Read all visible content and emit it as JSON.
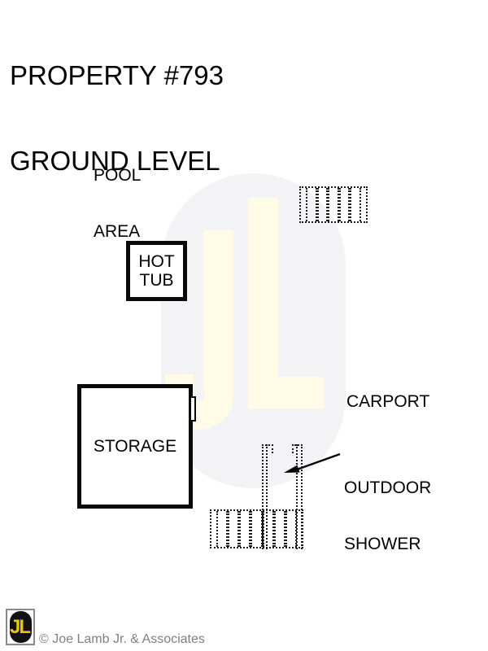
{
  "title": {
    "line1": "PROPERTY #793",
    "line2": "GROUND LEVEL"
  },
  "areas": {
    "pool_line1": "POOL",
    "pool_line2": "AREA",
    "hot_tub_line1": "HOT",
    "hot_tub_line2": "TUB",
    "storage": "STORAGE",
    "carport": "CARPORT",
    "outdoor_shower_line1": "OUTDOOR",
    "outdoor_shower_line2": "SHOWER"
  },
  "watermark": {
    "letters": "JL"
  },
  "walkways": {
    "top_rungs": 5,
    "bottom_rungs": 7
  },
  "footer": {
    "logo_letters": "JL",
    "copyright": "© Joe Lamb Jr. & Associates"
  },
  "theme": {
    "wm_oval": "#f3f3f5",
    "wm_letters": "#fffbe6",
    "logo_gold": "#e8c50f",
    "logo_bg": "#121212",
    "logo_border": "#8a8a8a",
    "gray_text": "#808080"
  }
}
